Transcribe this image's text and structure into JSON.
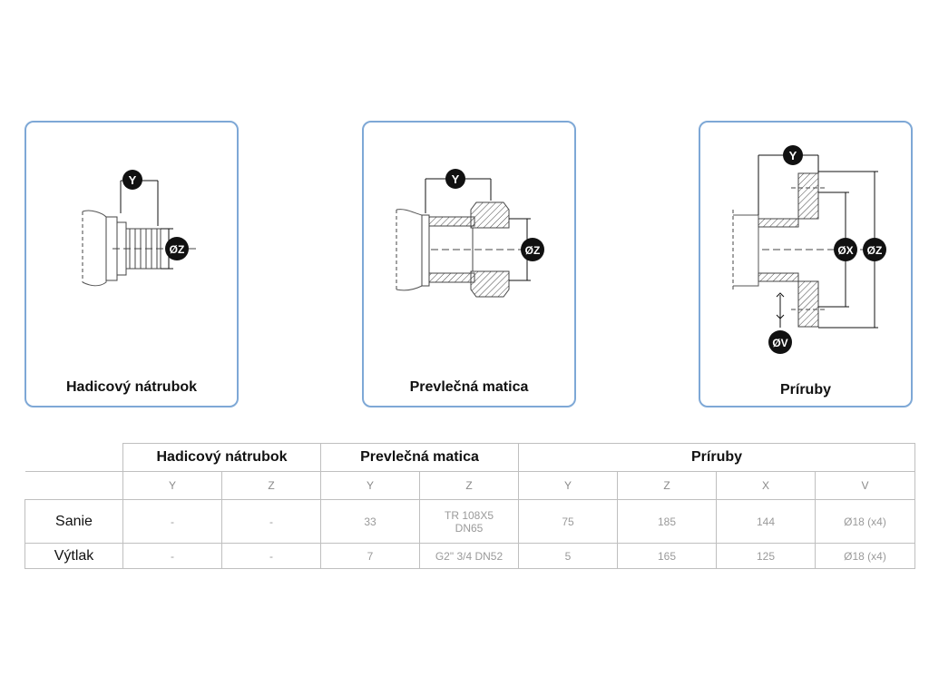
{
  "cards": [
    {
      "title": "Hadicový nátrubok",
      "labels": {
        "y": "Y",
        "z": "ØZ"
      }
    },
    {
      "title": "Prevlečná matica",
      "labels": {
        "y": "Y",
        "z": "ØZ"
      }
    },
    {
      "title": "Príruby",
      "labels": {
        "y": "Y",
        "x": "ØX",
        "z": "ØZ",
        "v": "ØV"
      }
    }
  ],
  "table": {
    "groups": [
      "Hadicový nátrubok",
      "Prevlečná matica",
      "Príruby"
    ],
    "subheaders": [
      "Y",
      "Z",
      "Y",
      "Z",
      "Y",
      "Z",
      "X",
      "V"
    ],
    "rows": [
      {
        "label": "Sanie",
        "cells": [
          "-",
          "-",
          "33",
          "TR 108X5 DN65",
          "75",
          "185",
          "144",
          "Ø18 (x4)"
        ]
      },
      {
        "label": "Výtlak",
        "cells": [
          "-",
          "-",
          "7",
          "G2\" 3/4 DN52",
          "5",
          "165",
          "125",
          "Ø18 (x4)"
        ]
      }
    ]
  }
}
